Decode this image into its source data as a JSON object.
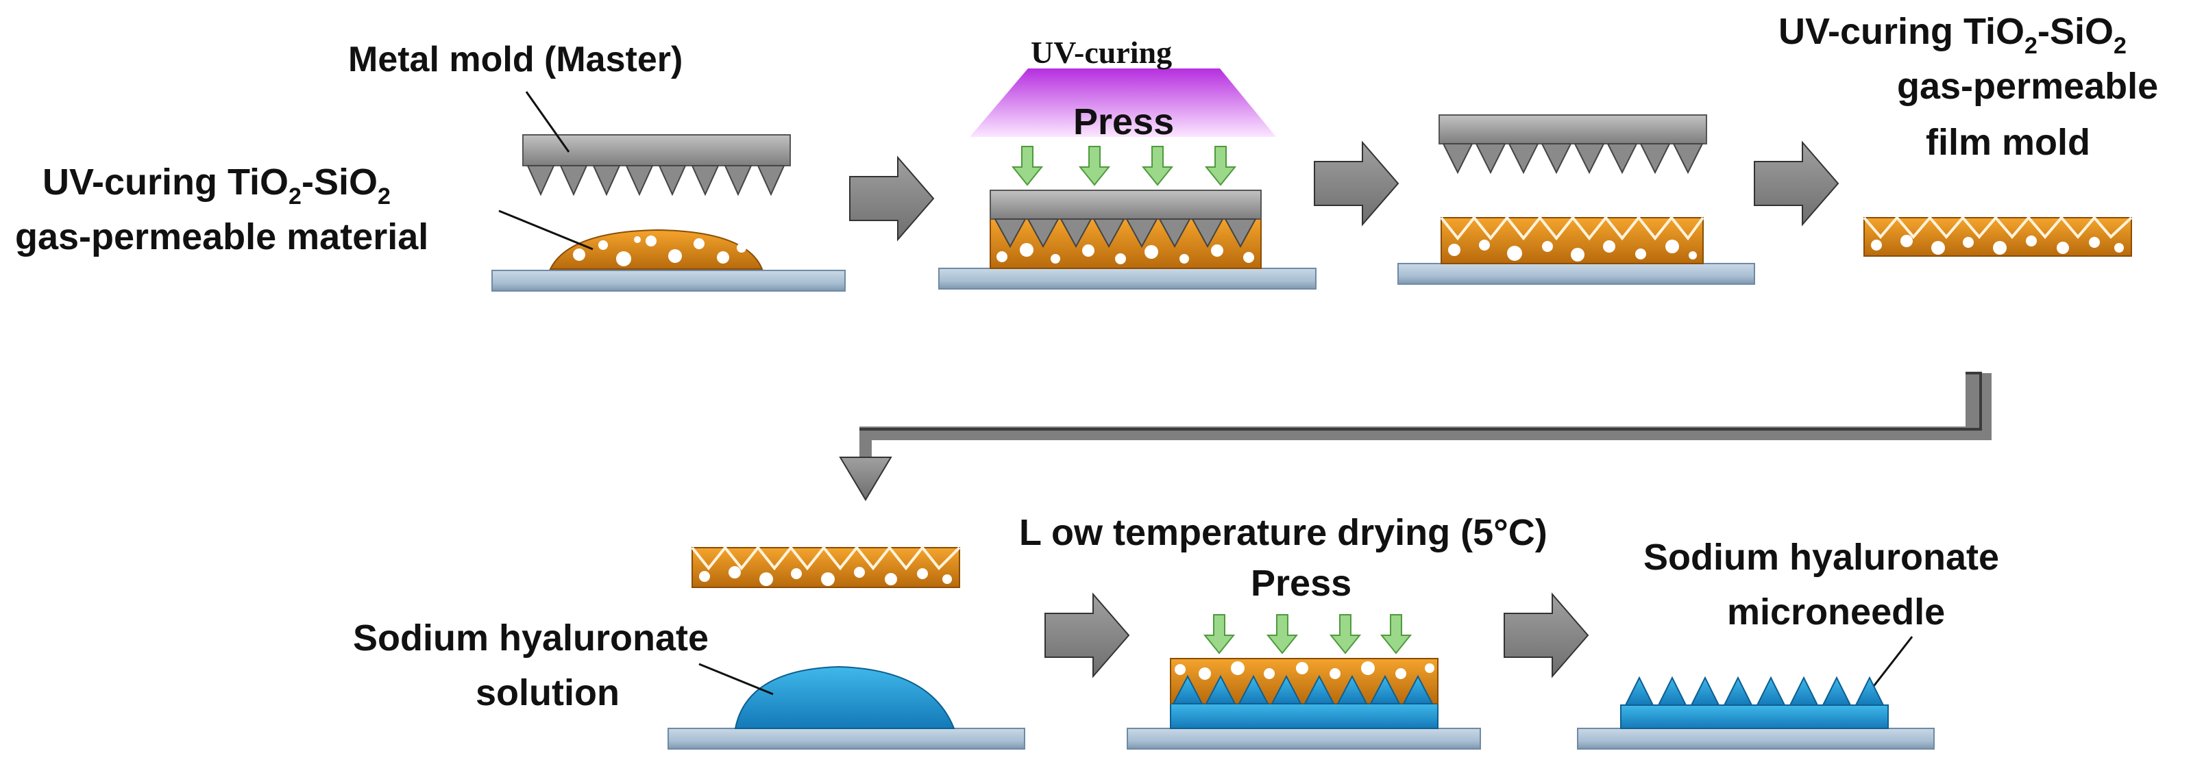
{
  "labels": {
    "metal_mold": "Metal mold (Master)",
    "uv_material_line1_pre": "UV-curing TiO",
    "uv_material_line1_mid": "-SiO",
    "sub_2": "2",
    "uv_material_line2": "gas-permeable  material",
    "uv_curing": "UV-curing",
    "press": "Press",
    "film_mold_line1_pre": "UV-curing TiO",
    "film_mold_line1_mid": "-SiO",
    "film_mold_line2": "gas-permeable",
    "film_mold_line3": "film mold",
    "sh_solution_line1": "Sodium hyaluronate",
    "sh_solution_line2": "solution",
    "low_temp_drying": "L ow temperature drying (5°C)",
    "press_2": "Press",
    "sh_microneedle_line1": "Sodium hyaluronate",
    "sh_microneedle_line2": "microneedle"
  },
  "colors": {
    "substrate": "#aec3d6",
    "mold": "#9a9a9a",
    "orange": "#e08a18",
    "blue": "#1f9ed9",
    "uv": "#cc55e8",
    "green_arrow": "#9bd88a",
    "process_arrow": "#8c8c8c"
  }
}
